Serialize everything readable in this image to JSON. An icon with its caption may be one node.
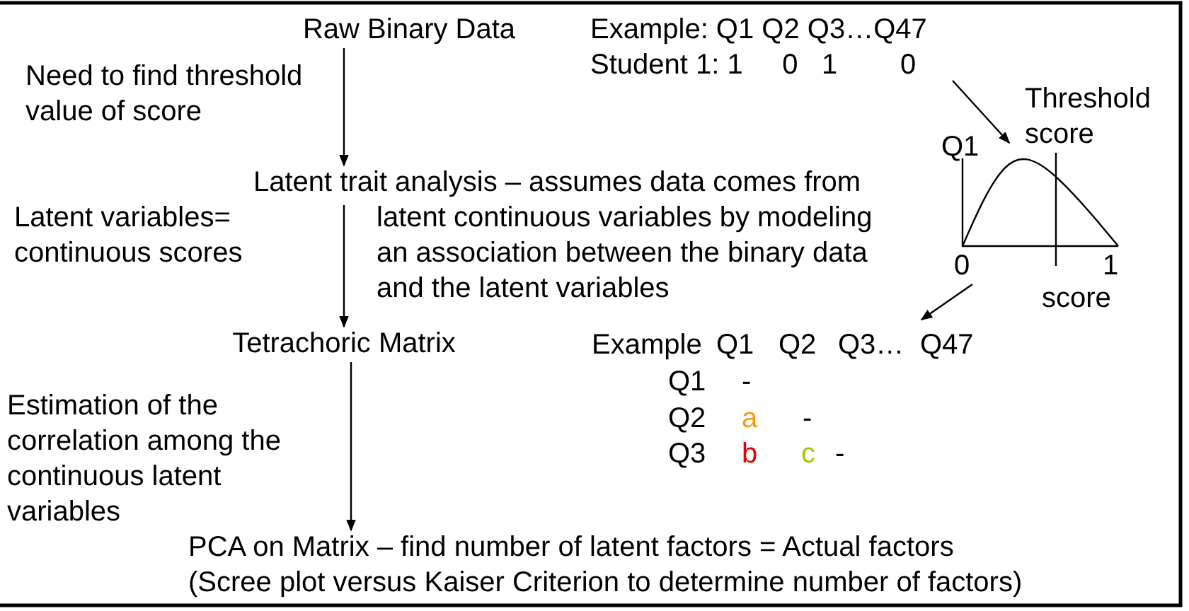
{
  "diagram": {
    "nodes": [
      {
        "text": [
          "Raw Binary Data"
        ]
      },
      {
        "text": [
          "Latent trait analysis – assumes data comes from latent continuous variables by modeling an association between the binary data and the latent variables"
        ]
      },
      {
        "text": [
          "Tetrachoric Matrix"
        ]
      },
      {
        "text": [
          "PCA on Matrix – find number of latent factors = Actual factors",
          "(Scree plot versus Kaiser Criterion to determine number of factors)"
        ]
      },
      {
        "text": [
          "Example: Q1 Q2 Q3…Q47",
          "Student 1: 1     0   1        0"
        ]
      },
      {
        "text": [
          "Threshold score",
          "Q1",
          "0",
          "1",
          "score"
        ]
      },
      {
        "text": [
          "Example",
          "Q1",
          "Q2",
          "Q3…",
          "Q47",
          "Q1",
          "-",
          "Q2",
          "a",
          "-",
          "Q3",
          "b",
          "c",
          "-"
        ]
      }
    ],
    "edges": [
      {
        "from": 0,
        "to": 1,
        "arrow": "to"
      },
      {
        "from": 1,
        "to": 2,
        "arrow": "to"
      },
      {
        "from": 2,
        "to": 3,
        "arrow": "to"
      },
      {
        "from": 4,
        "to": 5,
        "arrow": "to"
      },
      {
        "from": 5,
        "to": 6,
        "arrow": "to"
      }
    ],
    "labels": [
      "Need to find threshold value of score",
      "Latent variables= continuous scores",
      "Estimation of the correlation among the continuous latent variables"
    ]
  }
}
